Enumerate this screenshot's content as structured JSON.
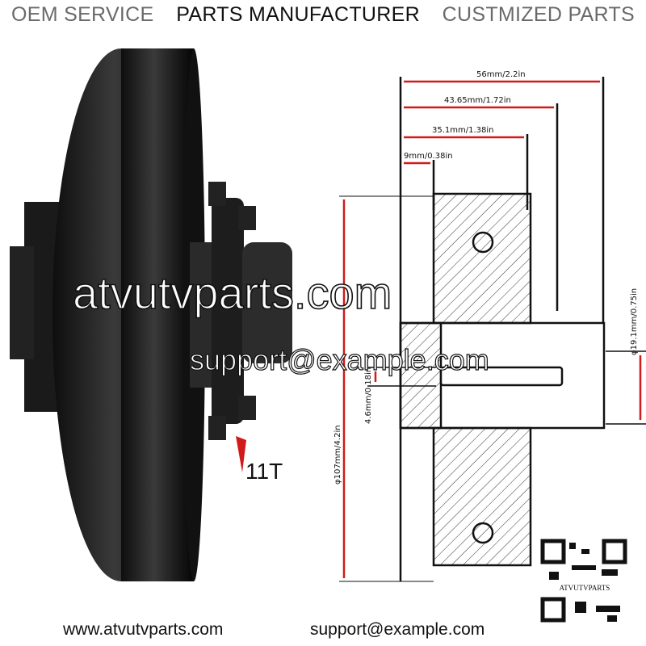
{
  "banner": {
    "left": "OEM SERVICE",
    "center": "PARTS MANUFACTURER",
    "right": "CUSTMIZED PARTS"
  },
  "watermark": {
    "site": "atvutvparts.com",
    "email": "support@example.com"
  },
  "product": {
    "teeth_label": "11T"
  },
  "dimensions": {
    "overall_width": "56mm/2.2in",
    "sprocket_width": "43.65mm/1.72in",
    "drum_width": "35.1mm/1.38in",
    "hub_offset": "9mm/0.38in",
    "drum_diameter": "φ107mm/4.2in",
    "keyway": "4.6mm/0.18in",
    "bore": "φ19.1mm/0.75in"
  },
  "qr": {
    "label": "ATVUTVPARTS"
  },
  "footer": {
    "website": "www.atvutvparts.com",
    "email": "support@example.com"
  },
  "colors": {
    "dim_red": "#d11a1a",
    "part_black": "#1b1b1b"
  }
}
